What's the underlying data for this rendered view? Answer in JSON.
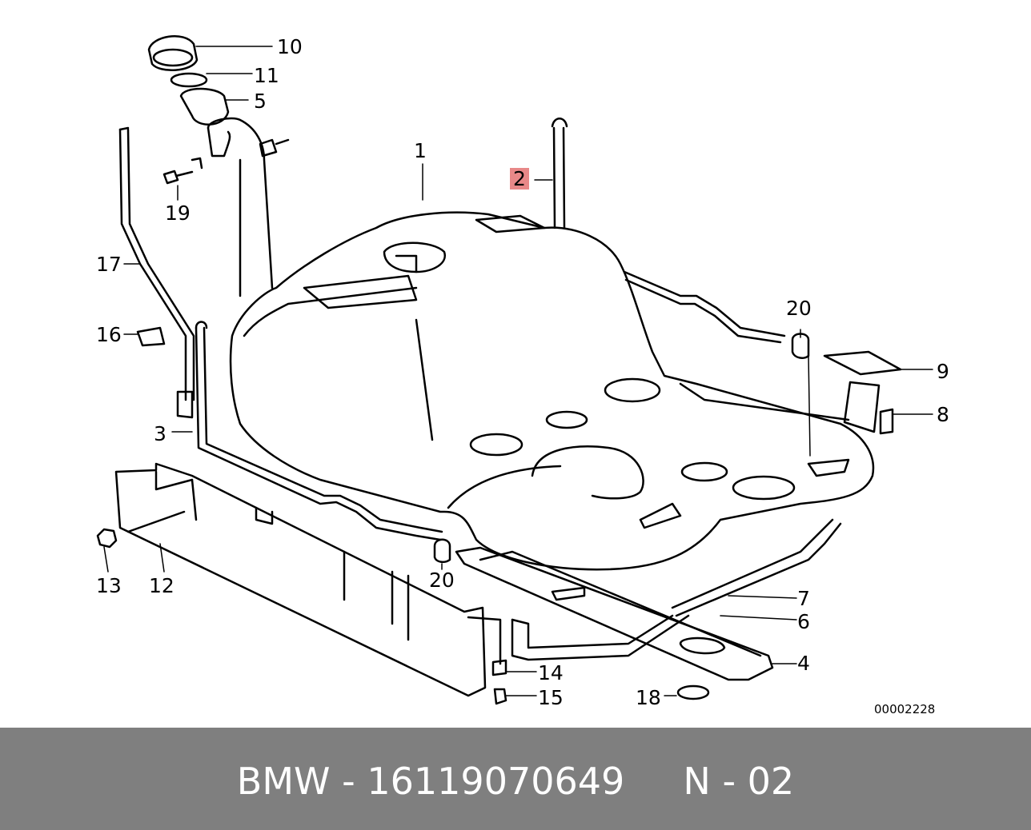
{
  "diagram": {
    "callouts": [
      {
        "id": "1",
        "label": "1",
        "highlighted": false
      },
      {
        "id": "2",
        "label": "2",
        "highlighted": true
      },
      {
        "id": "3",
        "label": "3",
        "highlighted": false
      },
      {
        "id": "4",
        "label": "4",
        "highlighted": false
      },
      {
        "id": "5",
        "label": "5",
        "highlighted": false
      },
      {
        "id": "6",
        "label": "6",
        "highlighted": false
      },
      {
        "id": "7",
        "label": "7",
        "highlighted": false
      },
      {
        "id": "8",
        "label": "8",
        "highlighted": false
      },
      {
        "id": "9",
        "label": "9",
        "highlighted": false
      },
      {
        "id": "10",
        "label": "10",
        "highlighted": false
      },
      {
        "id": "11",
        "label": "11",
        "highlighted": false
      },
      {
        "id": "12",
        "label": "12",
        "highlighted": false
      },
      {
        "id": "13",
        "label": "13",
        "highlighted": false
      },
      {
        "id": "14",
        "label": "14",
        "highlighted": false
      },
      {
        "id": "15",
        "label": "15",
        "highlighted": false
      },
      {
        "id": "16",
        "label": "16",
        "highlighted": false
      },
      {
        "id": "17",
        "label": "17",
        "highlighted": false
      },
      {
        "id": "18",
        "label": "18",
        "highlighted": false
      },
      {
        "id": "19",
        "label": "19",
        "highlighted": false
      },
      {
        "id": "20a",
        "label": "20",
        "highlighted": false
      },
      {
        "id": "20b",
        "label": "20",
        "highlighted": false
      }
    ],
    "reference_number": "00002228",
    "highlight_color": "#e88888"
  },
  "footer": {
    "text": "BMW - 16119070649     N - 02",
    "background_color": "#7f7f7f",
    "text_color": "#ffffff"
  }
}
